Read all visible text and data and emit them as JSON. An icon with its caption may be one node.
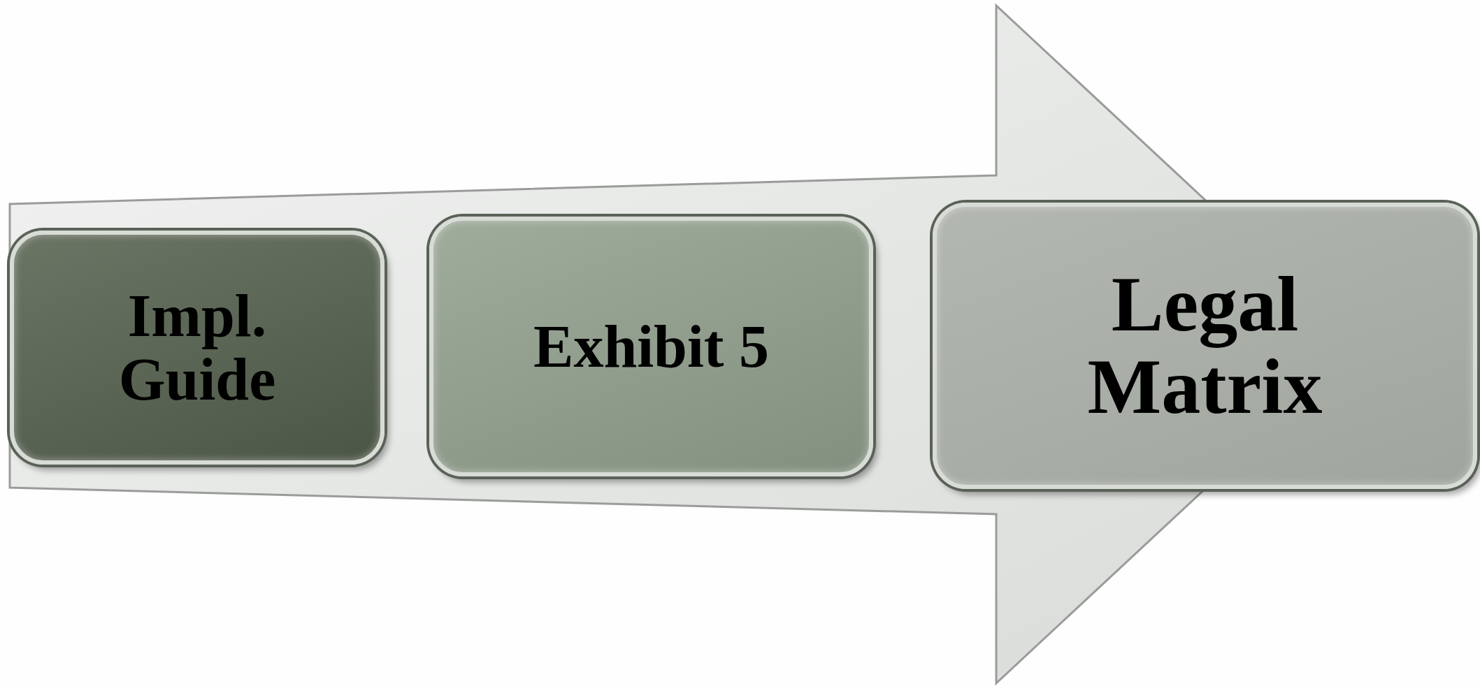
{
  "diagram": {
    "nodes": [
      {
        "text": [
          "Impl. Guide"
        ]
      },
      {
        "text": [
          "Exhibit 5"
        ]
      },
      {
        "text": [
          "Legal Matrix"
        ]
      }
    ],
    "edges": [
      {
        "from": 0,
        "to": 2,
        "arrow": "to"
      }
    ]
  }
}
